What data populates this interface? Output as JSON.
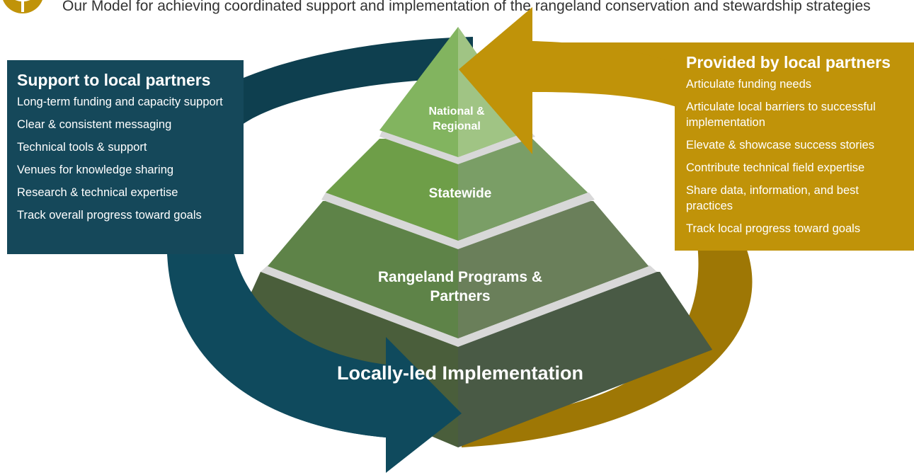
{
  "header": {
    "title": "Our Model for achieving coordinated support and implementation of the rangeland conservation and stewardship strategies"
  },
  "pyramid": {
    "levels": [
      {
        "label": "National & Regional"
      },
      {
        "label": "Statewide"
      },
      {
        "label": "Rangeland Programs & Partners"
      },
      {
        "label": "Locally-led Implementation"
      }
    ]
  },
  "left_panel": {
    "title": "Support to local partners",
    "items": [
      "Long-term funding and capacity support",
      "Clear & consistent messaging",
      "Technical tools & support",
      "Venues for knowledge sharing",
      "Research & technical expertise",
      "Track overall progress toward goals"
    ]
  },
  "right_panel": {
    "title": "Provided by local partners",
    "items": [
      "Articulate funding needs",
      "Articulate local barriers to successful implementation",
      "Elevate & showcase success stories",
      "Contribute technical field expertise",
      "Share data, information, and best practices",
      "Track local progress toward goals"
    ]
  },
  "colors": {
    "teal_dark": "#0e3f4f",
    "teal_panel": "#15485a",
    "gold": "#c09309",
    "gold_dark": "#9e7705",
    "tier1": "#82b45f",
    "tier2": "#6e9e48",
    "tier3": "#5e8348",
    "tier4": "#4a5e3b",
    "gap": "#d8d8d8"
  }
}
